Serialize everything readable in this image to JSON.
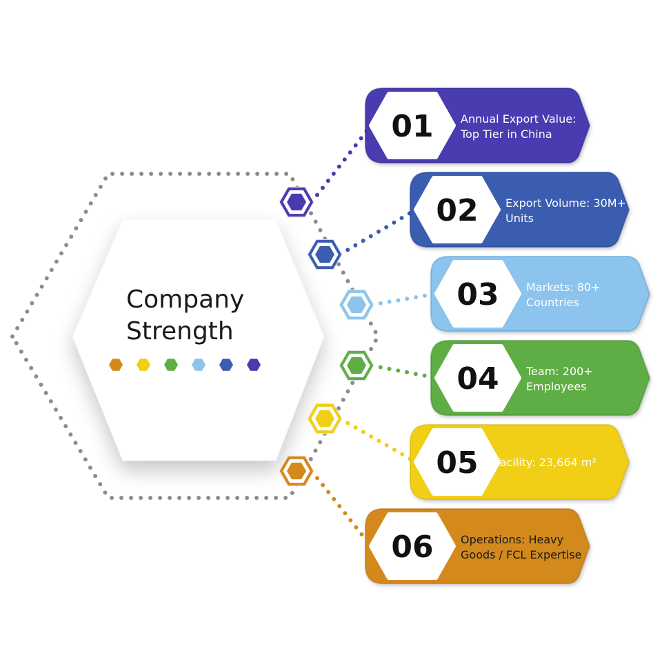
{
  "title": {
    "line1": "Company",
    "line2": "Strength"
  },
  "palette": [
    "#d4891a",
    "#f0cf14",
    "#5fae45",
    "#8cc4ee",
    "#3a5db0",
    "#4a3ab0"
  ],
  "items": [
    {
      "number": "01",
      "line1": "Annual Export Value:",
      "line2": "Top Tier in China",
      "color": "#4a3ab0",
      "dark": "#2e2290",
      "text_color": "#ffffff"
    },
    {
      "number": "02",
      "line1": "Export Volume: 30M+",
      "line2": "Units",
      "color": "#3a5db0",
      "dark": "#233e8e",
      "text_color": "#ffffff"
    },
    {
      "number": "03",
      "line1": "Markets: 80+",
      "line2": "Countries",
      "color": "#8cc4ee",
      "dark": "#5aa0dc",
      "text_color": "#ffffff"
    },
    {
      "number": "04",
      "line1": "Team: 200+",
      "line2": "Employees",
      "color": "#5fae45",
      "dark": "#3f8e30",
      "text_color": "#ffffff"
    },
    {
      "number": "05",
      "line1": "Facility: 23,664 m²",
      "line2": "",
      "color": "#f0cf14",
      "dark": "#d6b40a",
      "text_color": "#ffffff"
    },
    {
      "number": "06",
      "line1": "Operations: Heavy",
      "line2": "Goods / FCL Expertise",
      "color": "#d4891a",
      "dark": "#b56e0e",
      "text_color": "#1a1a1a"
    }
  ]
}
